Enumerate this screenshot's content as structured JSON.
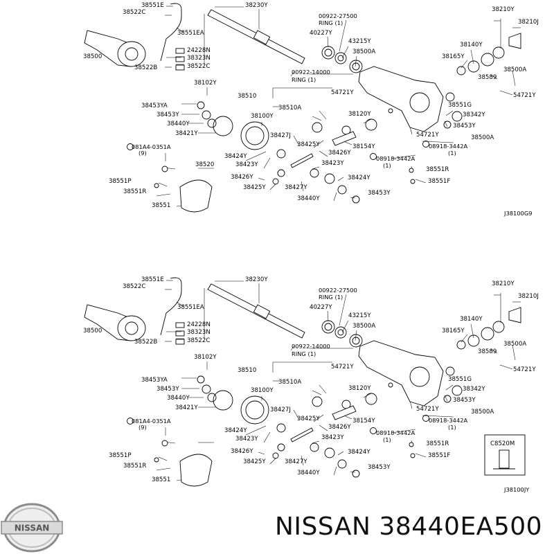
{
  "brand": {
    "logo_text": "NISSAN",
    "title": "NISSAN 38440EA500"
  },
  "diagrams": [
    {
      "code": "J38100G9",
      "labels": {
        "p38230Y": "38230Y",
        "p38551E": "38551E",
        "p38522C": "38522C",
        "p38551EA": "38551EA",
        "p38500": "38500",
        "p24228N": "24228N",
        "p38323N": "38323N",
        "p38522B": "38522B",
        "p38522C2": "38522C",
        "ring1_code": "00922-27500",
        "ring1_sub": "RING (1)",
        "p40227Y": "40227Y",
        "p43215Y": "43215Y",
        "p38500A": "38500A",
        "ring2_code": "00922-14000",
        "ring2_sub": "RING (1)",
        "p38210Y": "38210Y",
        "p38210J": "38210J",
        "p38140Y": "38140Y",
        "p38165Y": "38165Y",
        "p38589": "38589",
        "p38500A2": "38500A",
        "p54721Y": "54721Y",
        "p54721Y2": "54721Y",
        "p38102Y": "38102Y",
        "p38510": "38510",
        "p38453YA": "38453YA",
        "p38510A": "38510A",
        "p38551G": "38551G",
        "p38453Y": "38453Y",
        "p38100Y": "38100Y",
        "p38120Y": "38120Y",
        "p38342Y": "38342Y",
        "p38440Y": "38440Y",
        "p38453Y2": "38453Y",
        "p38421Y": "38421Y",
        "p38427J": "38427J",
        "p54721Y3": "54721Y",
        "p38500A3": "38500A",
        "p38425Y": "38425Y",
        "p38154Y": "38154Y",
        "bolt1_code": "081A4-0351A",
        "bolt1_qty": "(9)",
        "p38426Y": "38426Y",
        "p08918_code": "08918-3442A",
        "p08918_qty": "(1)",
        "p38424Y": "38424Y",
        "p38423Y": "38423Y",
        "p08918b_code": "08918-3442A",
        "p08918b_qty": "(1)",
        "p38520": "38520",
        "p38423Y2": "38423Y",
        "p38551R": "38551R",
        "p38426Y2": "38426Y",
        "p38551F": "38551F",
        "p38424Y2": "38424Y",
        "p38551P": "38551P",
        "p38425Y2": "38425Y",
        "p38427Y": "38427Y",
        "p38551R2": "38551R",
        "p38440Y2": "38440Y",
        "p38453Y3": "38453Y",
        "p38551": "38551"
      }
    },
    {
      "code": "J38100JY",
      "labels": {
        "p38230Y": "38230Y",
        "p38551E": "38551E",
        "p38522C": "38522C",
        "p38551EA": "38551EA",
        "p38500": "38500",
        "p24228N": "24228N",
        "p38323N": "38323N",
        "p38522B": "38522B",
        "p38522C2": "38522C",
        "ring1_code": "00922-27500",
        "ring1_sub": "RING (1)",
        "p40227Y": "40227Y",
        "p43215Y": "43215Y",
        "p38500A": "38500A",
        "ring2_code": "00922-14000",
        "ring2_sub": "RING (1)",
        "p38210Y": "38210Y",
        "p38210J": "38210J",
        "p38140Y": "38140Y",
        "p38165Y": "38165Y",
        "p38589": "38589",
        "p38500A2": "38500A",
        "p54721Y": "54721Y",
        "p54721Y2": "54721Y",
        "p38102Y": "38102Y",
        "p38510": "38510",
        "p38453YA": "38453YA",
        "p38510A": "38510A",
        "p38551G": "38551G",
        "p38453Y": "38453Y",
        "p38100Y": "38100Y",
        "p38120Y": "38120Y",
        "p38342Y": "38342Y",
        "p38440Y": "38440Y",
        "p38453Y2": "38453Y",
        "p38421Y": "38421Y",
        "p38427J": "38427J",
        "p54721Y3": "54721Y",
        "p38500A3": "38500A",
        "p38425Y": "38425Y",
        "p38154Y": "38154Y",
        "bolt1_code": "081A4-0351A",
        "bolt1_qty": "(9)",
        "p38426Y": "38426Y",
        "p08918_code": "08918-3442A",
        "p08918_qty": "(1)",
        "p38424Y": "38424Y",
        "p38423Y": "38423Y",
        "p08918b_code": "08918-3442A",
        "p08918b_qty": "(1)",
        "p38520": "",
        "p38423Y2": "38423Y",
        "p38551R": "38551R",
        "p38426Y2": "38426Y",
        "p38551F": "38551F",
        "p38424Y2": "38424Y",
        "p38551P": "38551P",
        "p38425Y2": "38425Y",
        "p38427Y": "38427Y",
        "p38551R2": "38551R",
        "p38440Y2": "38440Y",
        "p38453Y3": "38453Y",
        "p38551": "38551",
        "inset_code": "C8520M"
      }
    }
  ]
}
